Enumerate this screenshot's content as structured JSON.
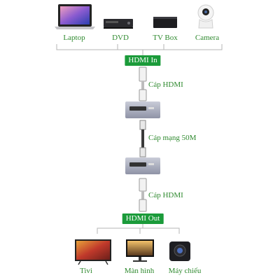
{
  "sources": [
    {
      "label": "Laptop",
      "icon": "laptop-icon"
    },
    {
      "label": "DVD",
      "icon": "dvd-player-icon"
    },
    {
      "label": "TV Box",
      "icon": "tv-box-icon"
    },
    {
      "label": "Camera",
      "icon": "camera-icon"
    }
  ],
  "hdmi_in": "HDMI In",
  "cable_top": "Cáp HDMI",
  "cable_mid": "Cáp mạng 50M",
  "cable_bottom": "Cáp HDMI",
  "hdmi_out": "HDMI Out",
  "outputs": [
    {
      "label": "Tivi",
      "icon": "tv-icon"
    },
    {
      "label": "Màn hình",
      "icon": "monitor-icon"
    },
    {
      "label": "Máy chiếu",
      "icon": "projector-icon"
    }
  ],
  "colors": {
    "accent": "#1b9b3a",
    "text": "#2f8a2f",
    "lines": "#b0b0b0"
  }
}
